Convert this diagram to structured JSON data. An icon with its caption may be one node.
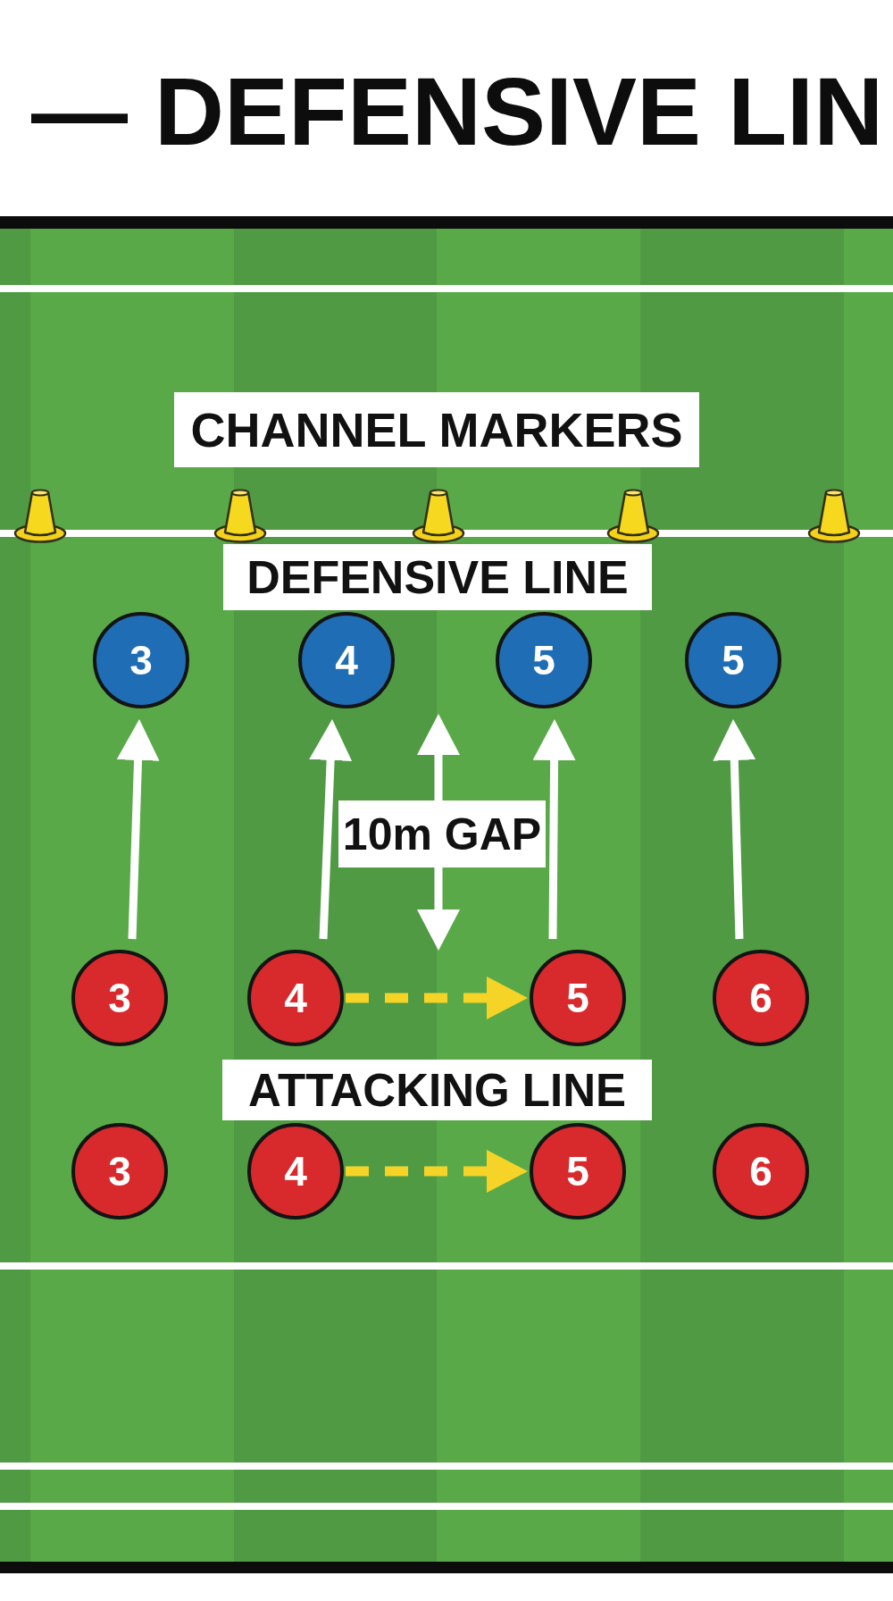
{
  "diagram": {
    "title": "— DEFENSIVE LIN",
    "nodes": [
      {
        "text": [
          "CHANNEL MARKERS"
        ]
      },
      {
        "text": [
          "DEFENSIVE LINE"
        ]
      },
      {
        "text": [
          "3"
        ]
      },
      {
        "text": [
          "4"
        ]
      },
      {
        "text": [
          "5"
        ]
      },
      {
        "text": [
          "5"
        ]
      },
      {
        "text": [
          "10m GAP"
        ]
      },
      {
        "text": [
          "3"
        ]
      },
      {
        "text": [
          "4"
        ]
      },
      {
        "text": [
          "5"
        ]
      },
      {
        "text": [
          "6"
        ]
      },
      {
        "text": [
          "ATTACKING LINE"
        ]
      },
      {
        "text": [
          "3"
        ]
      },
      {
        "text": [
          "4"
        ]
      },
      {
        "text": [
          "5"
        ]
      },
      {
        "text": [
          "6"
        ]
      }
    ],
    "edges": [
      {
        "from": 7,
        "to": 2,
        "arrow": "to"
      },
      {
        "from": 8,
        "to": 3,
        "arrow": "to"
      },
      {
        "from": 9,
        "to": 4,
        "arrow": "to"
      },
      {
        "from": 10,
        "to": 5,
        "arrow": "to"
      },
      {
        "from": 8,
        "to": 9,
        "arrow": "to",
        "style": "dashed",
        "color": "#f5d327"
      },
      {
        "from": 13,
        "to": 14,
        "arrow": "to",
        "style": "dashed",
        "color": "#f5d327"
      }
    ]
  }
}
